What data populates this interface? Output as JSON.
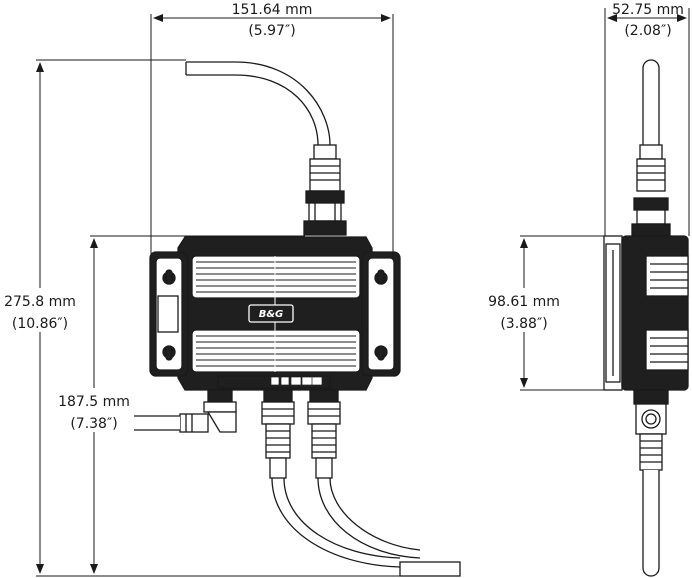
{
  "dimensions": {
    "front_width": {
      "metric": "151.64 mm",
      "imperial": "(5.97″)"
    },
    "side_depth": {
      "metric": "52.75 mm",
      "imperial": "(2.08″)"
    },
    "overall_height": {
      "metric": "275.8 mm",
      "imperial": "(10.86″)"
    },
    "lower_height": {
      "metric": "187.5 mm",
      "imperial": "(7.38″)"
    },
    "body_height": {
      "metric": "98.61 mm",
      "imperial": "(3.88″)"
    }
  },
  "logo": {
    "text": "B&G"
  },
  "colors": {
    "line": "#1a1a1a",
    "body": "#1f1f1f",
    "fill_light": "#ffffff"
  }
}
